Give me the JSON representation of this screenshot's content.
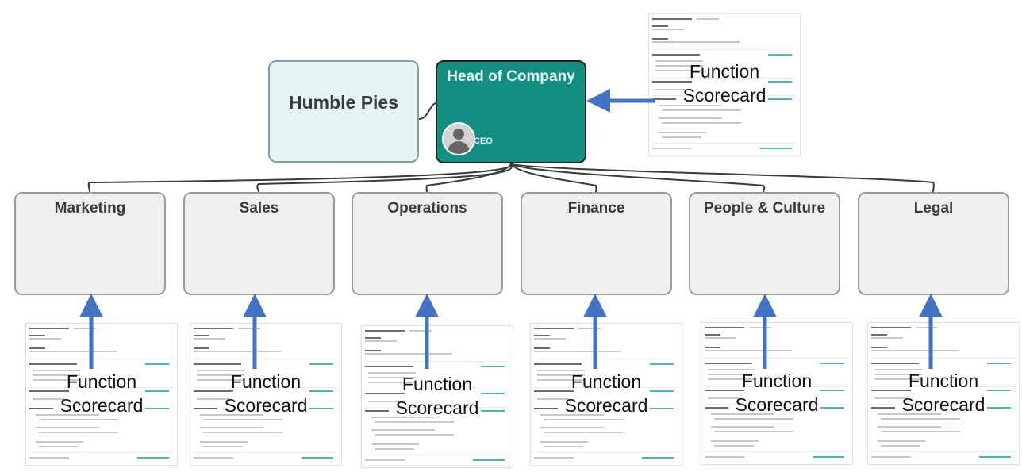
{
  "company": {
    "name": "Humble Pies"
  },
  "head": {
    "title": "Head of Company",
    "role": "CEO"
  },
  "functions": [
    {
      "name": "Marketing"
    },
    {
      "name": "Sales"
    },
    {
      "name": "Operations"
    },
    {
      "name": "Finance"
    },
    {
      "name": "People & Culture"
    },
    {
      "name": "Legal"
    }
  ],
  "scorecard": {
    "label_line1": "Function",
    "label_line2": "Scorecard"
  },
  "colors": {
    "head_fill": "#138f81",
    "company_fill": "#e5f4f5",
    "function_fill": "#efefef",
    "arrow": "#4472c4"
  }
}
